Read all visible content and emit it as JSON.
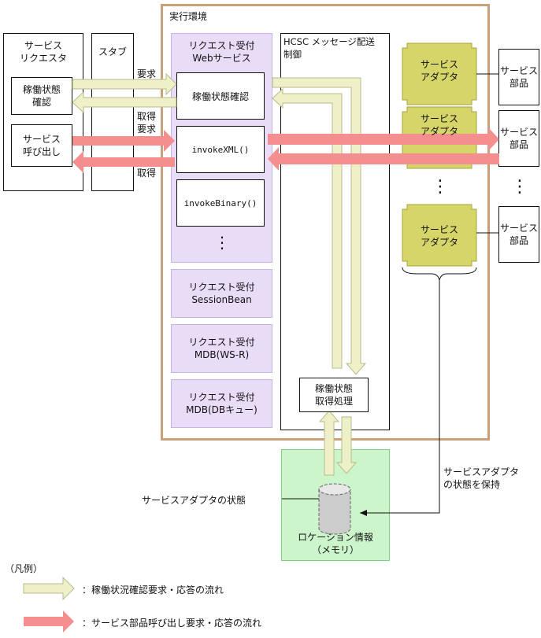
{
  "runtime": {
    "title": "実行環境"
  },
  "requester": {
    "title": "サービス\nリクエスタ",
    "status_check": "稼働状態\n確認",
    "service_call": "サービス\n呼び出し"
  },
  "stub": {
    "title": "スタブ"
  },
  "arrow_labels": {
    "request1": "要求",
    "get1": "取得",
    "request2": "要求",
    "get2": "取得"
  },
  "web_service": {
    "title": "リクエスト受付\nWebサービス",
    "status_check": "稼働状態確認",
    "invoke_xml": "invokeXML()",
    "invoke_binary": "invokeBinary()",
    "dots": "⋮"
  },
  "receivers": [
    {
      "label": "リクエスト受付\nSessionBean"
    },
    {
      "label": "リクエスト受付\nMDB(WS-R)"
    },
    {
      "label": "リクエスト受付\nMDB(DBキュー)"
    }
  ],
  "hcsc": {
    "title": "HCSC メッセージ配送\n制御",
    "status_process": "稼働状態\n取得処理"
  },
  "adapters": [
    {
      "label": "サービス\nアダプタ"
    },
    {
      "label": "サービス\nアダプタ"
    },
    {
      "label": "サービス\nアダプタ"
    }
  ],
  "parts": [
    {
      "label": "サービス\n部品"
    },
    {
      "label": "サービス\n部品"
    },
    {
      "label": "サービス\n部品"
    }
  ],
  "dots": "⋮",
  "location": {
    "label": "ロケーション情報\n（メモリ）",
    "adapter_state_label": "サービスアダプタの状態",
    "keep_state_label": "サービスアダプタ\nの状態を保持"
  },
  "legend": {
    "title": "（凡例）",
    "status_flow": "：稼働状況確認要求・応答の流れ",
    "call_flow": "：サービス部品呼び出し要求・応答の流れ"
  },
  "colors": {
    "runtime_border": "#c9a07a",
    "purple": "#e8dcf7",
    "adapter": "#d6d56a",
    "adapter_border": "#a8a53a",
    "green_fill": "#ccf5cc",
    "green_border": "#7fcf7f",
    "status_arrow": "#eef0c8",
    "status_arrow_border": "#b9bb8c",
    "call_arrow": "#f58e8e"
  }
}
